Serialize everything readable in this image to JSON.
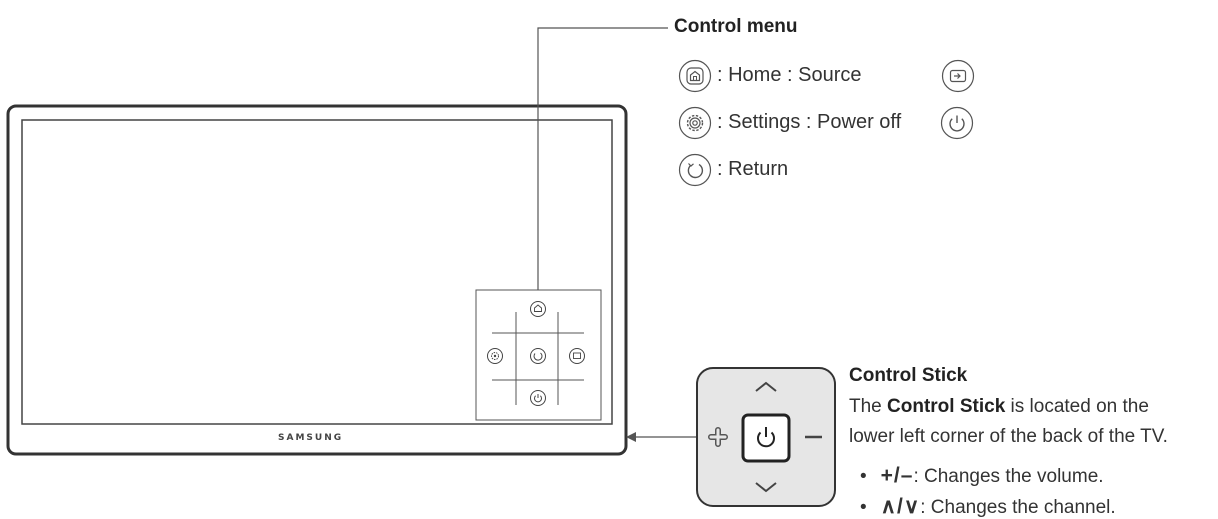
{
  "control_menu": {
    "title": "Control menu",
    "legend": {
      "row1": ": Home : Source",
      "row2": ": Settings : Power off",
      "row3": ": Return"
    },
    "icons": [
      "home-icon",
      "source-icon",
      "settings-icon",
      "power-icon",
      "return-icon"
    ]
  },
  "tv": {
    "brand": "SAMSUNG"
  },
  "control_stick": {
    "title": "Control Stick",
    "desc_prefix": "The ",
    "desc_bold": "Control Stick",
    "desc_line1_rest": " is located on the",
    "desc_line2": "lower left corner of the back of the TV.",
    "bullets": [
      {
        "symbols": "+/–",
        "text": ": Changes the volume."
      },
      {
        "symbols": "∧/∨",
        "text": ": Changes the channel."
      }
    ]
  },
  "colors": {
    "stroke": "#333333",
    "stick_bg": "#e6e6e6",
    "line": "#555555"
  }
}
